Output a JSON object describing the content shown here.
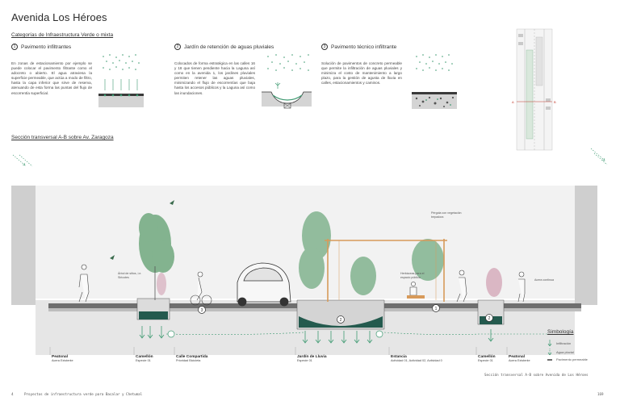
{
  "title": "Avenida Los Héroes",
  "categories_heading": "Categorías de Infraestructura Verde o mixta",
  "categories": [
    {
      "number": "1",
      "name": "Pavimento infiltrantes",
      "text": "En zonas de estacionamiento por ejemplo se puede colocar el pavimento filtrante como el adocreto o abierto. El agua atraviesa la superficie permeable, que actúa a modo de filtro, hasta la capa inferior que sirve de reserva, atenuando de esta forma las puntas del flujo de escorrentía superficial."
    },
    {
      "number": "2",
      "name": "Jardín de retención de aguas pluviales",
      "text": "Colocados de forma estratégica en las calles 16 y 18 que tienen pendiente hacia la Laguna así como en la avenida 1, los jardines pluviales permiten retener las aguas pluviales, minimizando el flujo de escorrentías que baja hasta los accesos públicos y la Laguna así como las inundaciones."
    },
    {
      "number": "3",
      "name": "Pavimento técnico infiltrante",
      "text": "Solución de pavimentos de concreto permeable que permite la infiltración de aguas pluviales y minimiza el costo de mantenimiento a largo plazo, para la gestión de agusta de lluvia en calles, estacionamientos y caminos."
    }
  ],
  "section_heading": "Sección transversal A-B sobre Av. Zaragoza",
  "section_letters": {
    "a": "A",
    "b": "B"
  },
  "annotations": {
    "pergola": "Pérgola con vegetación trepadora",
    "arbol": "Árbol de sitios, i.e. Siricotes",
    "hierbas": "Herbáceas para el espacio público",
    "acera": "Acera continua"
  },
  "section_numbers": [
    "3",
    "2",
    "1",
    "2"
  ],
  "zones": [
    {
      "name": "Peatonal",
      "sub": "Acera Existente"
    },
    {
      "name": "Camellón",
      "sub": "Especie 01"
    },
    {
      "name": "Calle Compartida",
      "sub": "Prioridad Bicicleta"
    },
    {
      "name": "Jardín de Lluvia",
      "sub": "Especie 01"
    },
    {
      "name": "Estancia",
      "sub": "Actividad 01, Actividad 02, Actividad 0"
    },
    {
      "name": "Camellón",
      "sub": "Especie 01"
    },
    {
      "name": "Peatonal",
      "sub": "Acera Existente"
    }
  ],
  "legend": {
    "title": "Simbología",
    "items": [
      {
        "label": "Infiltración",
        "icon": "infiltration-arrow-icon"
      },
      {
        "label": "Agua pluvial",
        "icon": "rain-arrow-icon"
      },
      {
        "label": "Pavimento permeable",
        "icon": "pavement-icon"
      }
    ]
  },
  "caption": "Sección transversal A-B sobre Avenida de Los Héroes",
  "footer": {
    "page_left": "4",
    "project": "Proyectos de infraestructura verde para Bacalar y Chetumal",
    "page_right": "169"
  },
  "colors": {
    "accent_green": "#3f9a72",
    "dark_teal": "#245a4e",
    "water_green": "#2f7d5f",
    "ground_grey": "#bdbdbd",
    "pergola_orange": "#d79a5a"
  }
}
